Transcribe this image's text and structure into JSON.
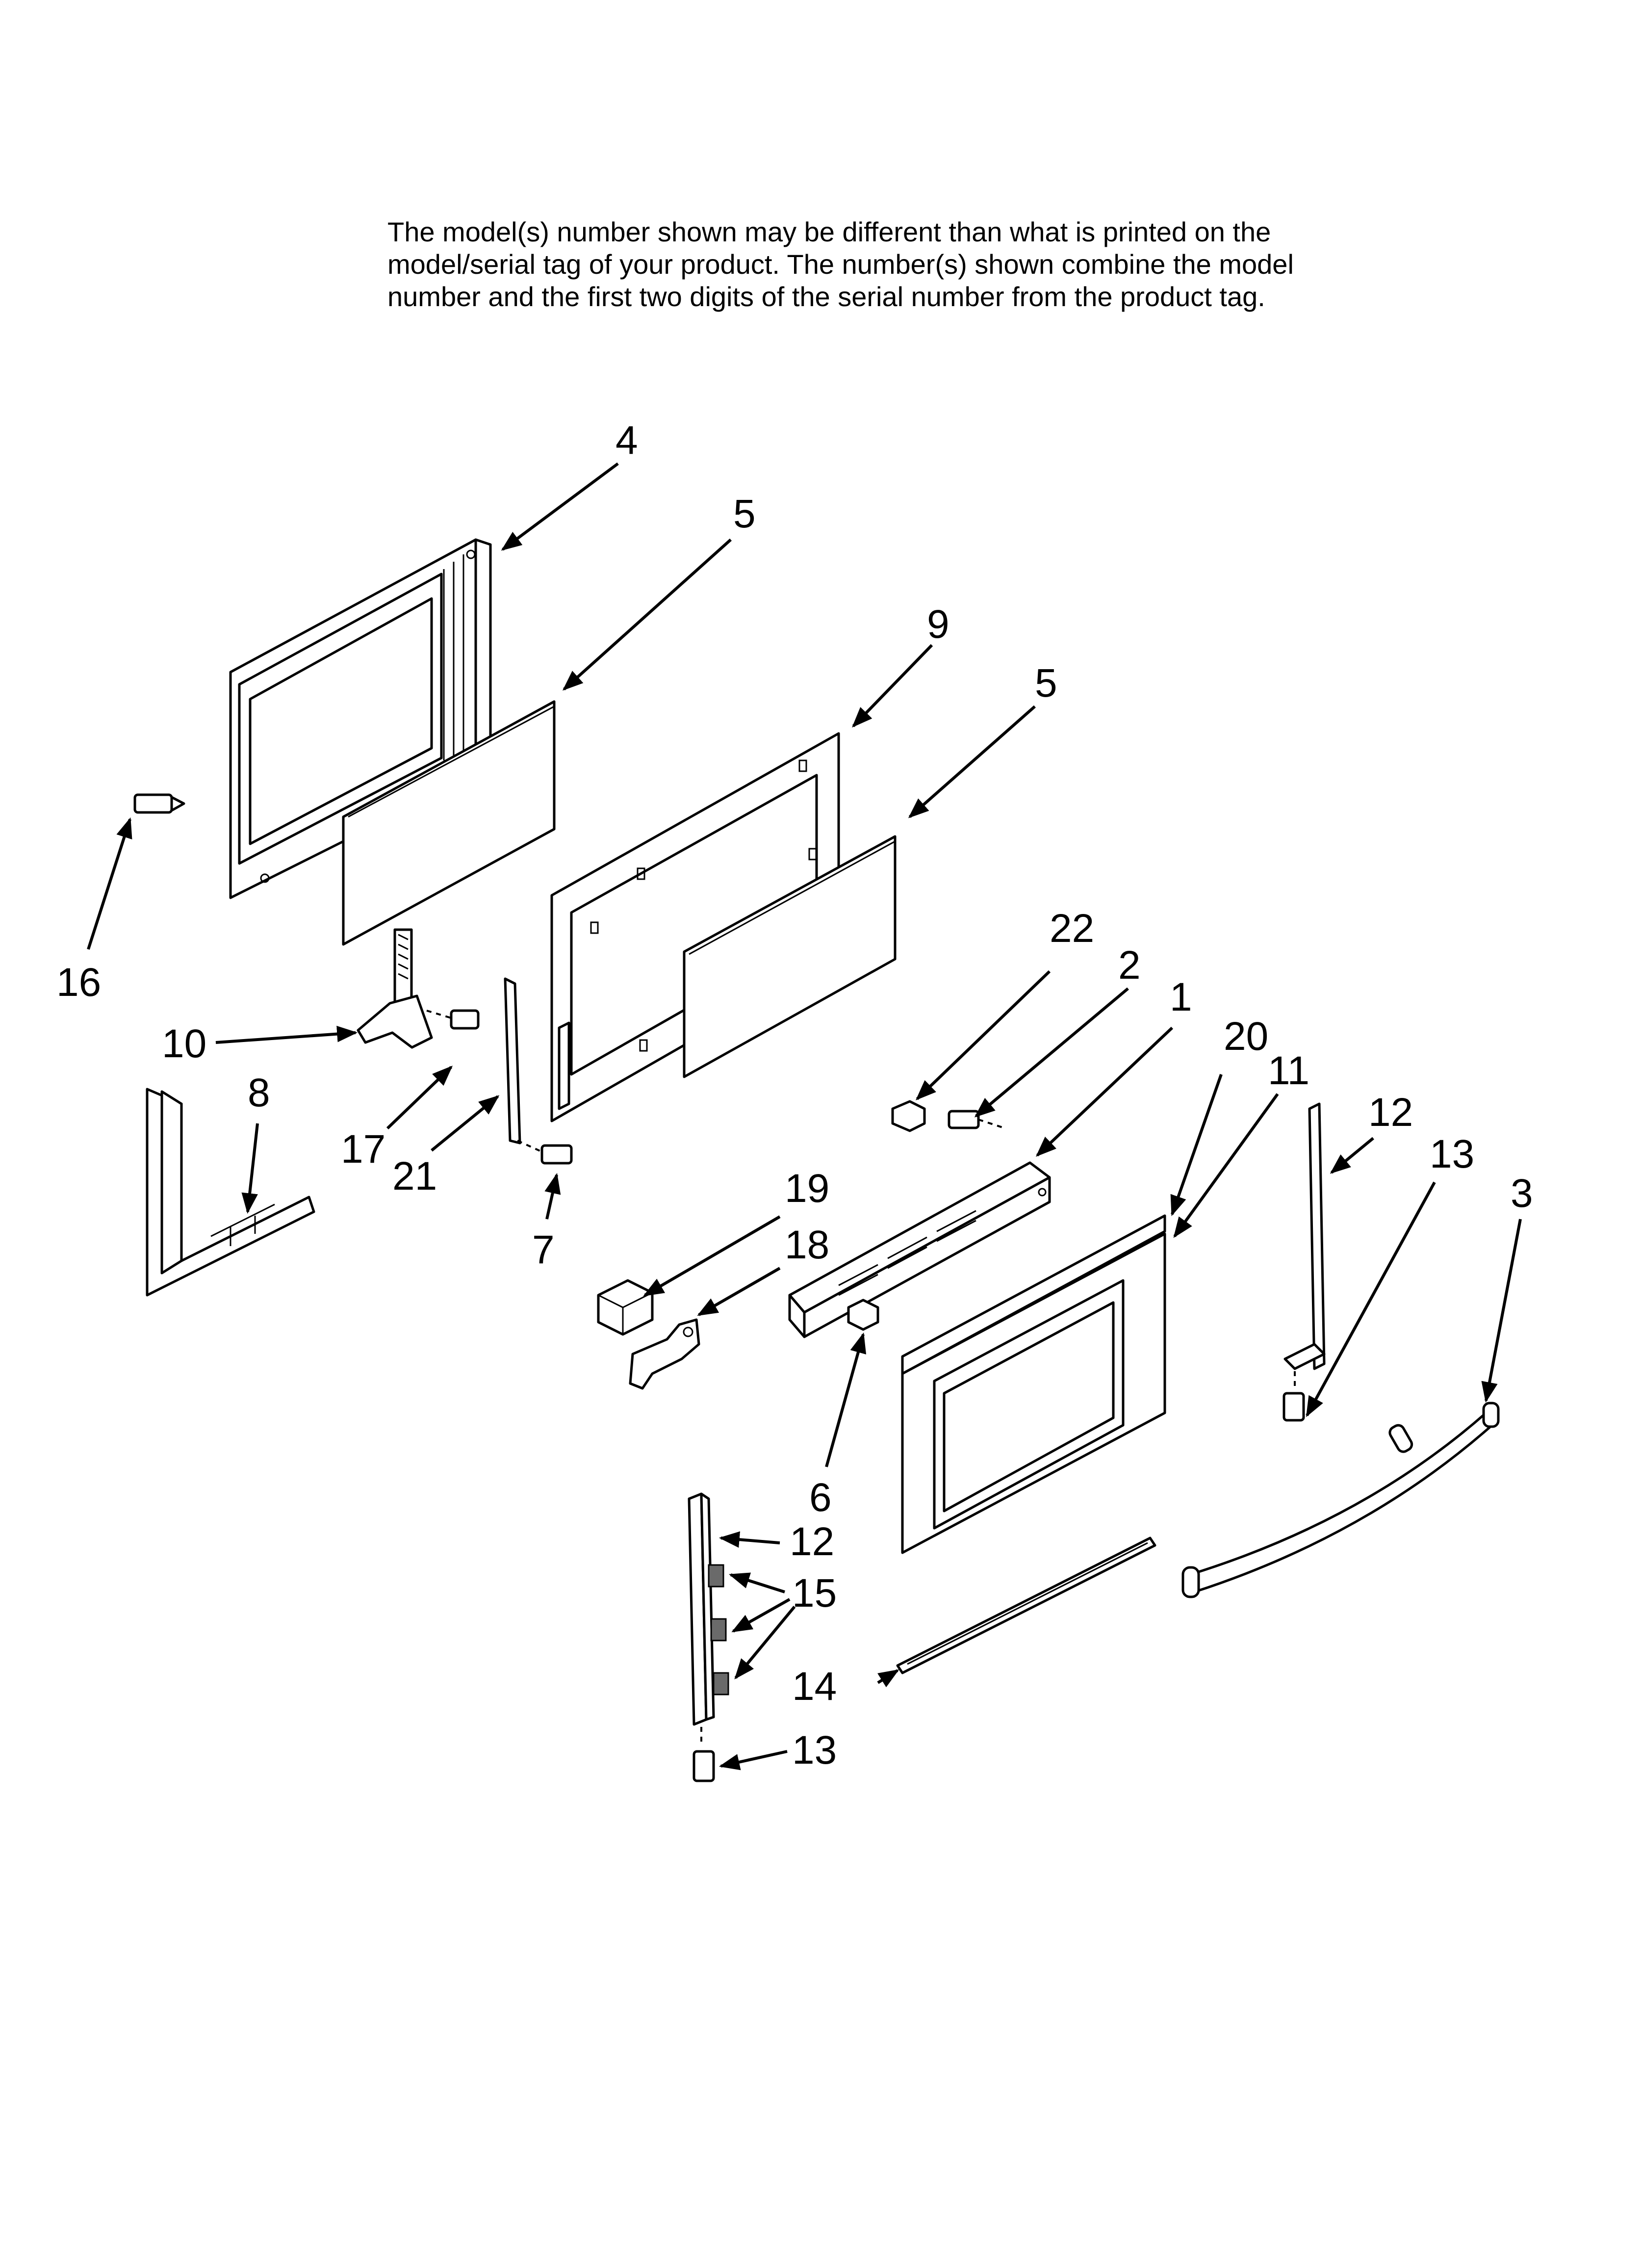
{
  "disclaimer": {
    "lines": [
      "The model(s) number shown may be different than what is printed on the",
      "model/serial tag of your product. The number(s) shown combine the model",
      "number and the first two digits of the serial number from the product tag."
    ]
  },
  "callouts": [
    "4",
    "5",
    "9",
    "5",
    "22",
    "2",
    "1",
    "20",
    "11",
    "12",
    "13",
    "3",
    "16",
    "10",
    "8",
    "17",
    "21",
    "7",
    "19",
    "18",
    "6",
    "12",
    "15",
    "14",
    "13"
  ],
  "colors": {
    "ink": "#000000",
    "background": "#ffffff",
    "shade": "#6a6a6a"
  }
}
